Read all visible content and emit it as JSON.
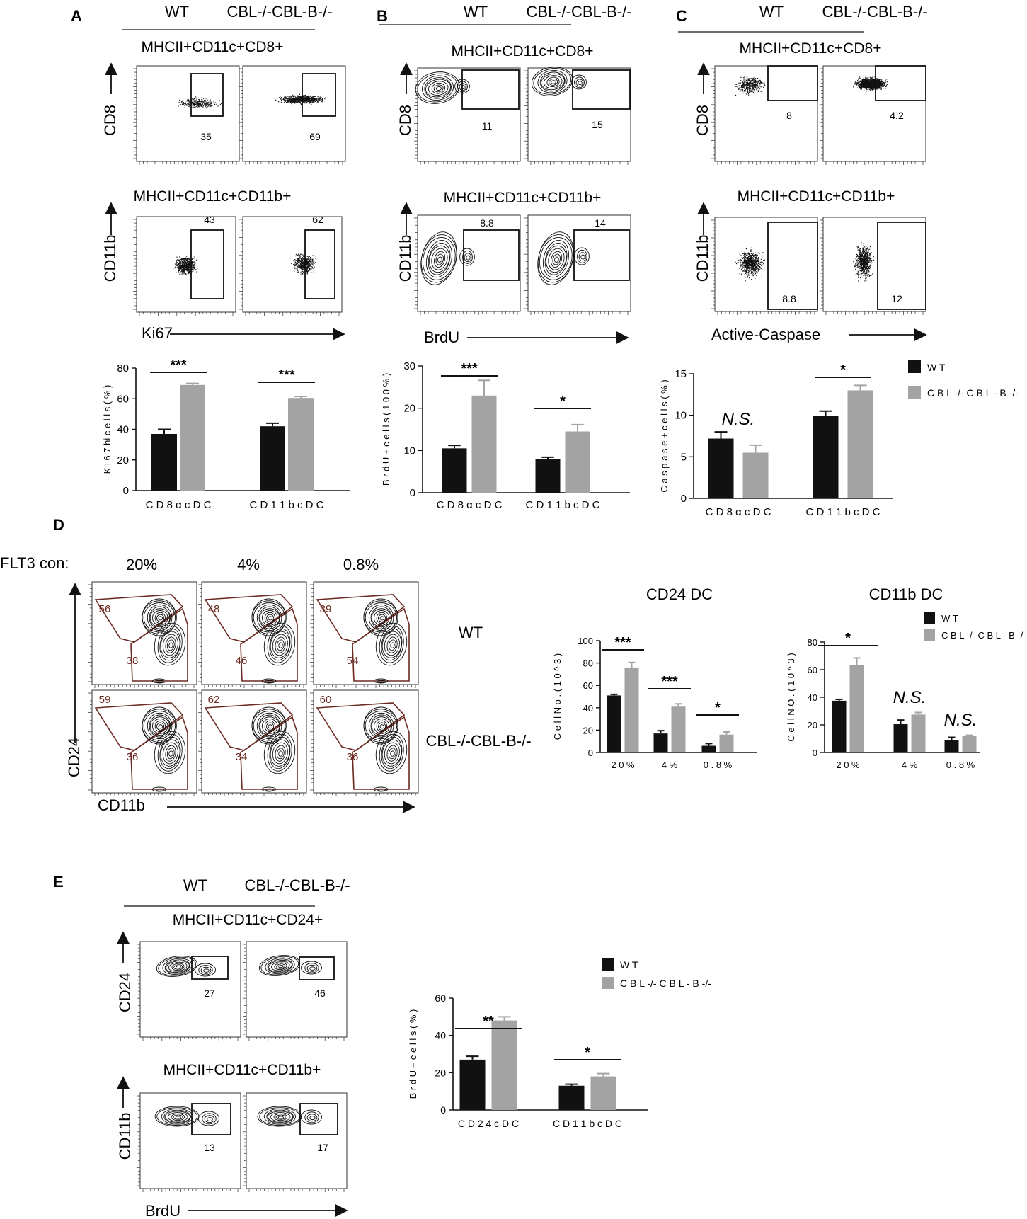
{
  "figure": {
    "groups": {
      "wt": "WT",
      "ko": "CBL-/-CBL-B-/-"
    },
    "series_colors": {
      "wt": "#111111",
      "ko": "#a3a3a3"
    }
  },
  "panel_a": {
    "letter": "A",
    "header_wt": "WT",
    "header_ko": "CBL-/-CBL-B-/-",
    "title_top": "MHCII+CD11c+CD8+",
    "title_bottom": "MHCII+CD11c+CD11b+",
    "ylabel_top": "CD8",
    "ylabel_bottom": "CD11b",
    "xlabel": "Ki67",
    "gates_top": [
      "35",
      "69"
    ],
    "gates_bottom": [
      "43",
      "62"
    ]
  },
  "panel_b": {
    "letter": "B",
    "header_wt": "WT",
    "header_ko": "CBL-/-CBL-B-/-",
    "title_top": "MHCII+CD11c+CD8+",
    "title_bottom": "MHCII+CD11c+CD11b+",
    "ylabel_top": "CD8",
    "ylabel_bottom": "CD11b",
    "xlabel": "BrdU",
    "gates_top": [
      "11",
      "15"
    ],
    "gates_bottom": [
      "8.8",
      "14"
    ]
  },
  "panel_c": {
    "letter": "C",
    "header_wt": "WT",
    "header_ko": "CBL-/-CBL-B-/-",
    "title_top": "MHCII+CD11c+CD8+",
    "title_bottom": "MHCII+CD11c+CD11b+",
    "ylabel_top": "CD8",
    "ylabel_bottom": "CD11b",
    "xlabel": "Active-Caspase",
    "gates_top": [
      "8",
      "4.2"
    ],
    "gates_bottom": [
      "8.8",
      "12"
    ],
    "legend_wt": "W T",
    "legend_ko": "C B L -/- C B L - B -/-"
  },
  "panel_d": {
    "letter": "D",
    "flt3_label": "FLT3 con:",
    "concentrations": [
      "20%",
      "4%",
      "0.8%"
    ],
    "row_wt": "WT",
    "row_ko": "CBL-/-CBL-B-/-",
    "ylabel": "CD24",
    "xlabel": "CD11b",
    "wt_upper": [
      "56",
      "48",
      "39"
    ],
    "wt_lower": [
      "38",
      "46",
      "54"
    ],
    "ko_upper": [
      "59",
      "62",
      "60"
    ],
    "ko_lower": [
      "36",
      "34",
      "36"
    ],
    "chart_title_cd24": "CD24 DC",
    "chart_title_cd11b": "CD11b DC",
    "legend_wt": "W T",
    "legend_ko": "C B L -/- C B L - B -/-"
  },
  "panel_e": {
    "letter": "E",
    "header_wt": "WT",
    "header_ko": "CBL-/-CBL-B-/-",
    "title_top": "MHCII+CD11c+CD24+",
    "title_bottom": "MHCII+CD11c+CD11b+",
    "ylabel_top": "CD24",
    "ylabel_bottom": "CD11b",
    "xlabel": "BrdU",
    "gates_top": [
      "27",
      "46"
    ],
    "gates_bottom": [
      "13",
      "17"
    ],
    "legend_wt": "W T",
    "legend_ko": "C B L -/- C B L - B -/-"
  },
  "chart_data": [
    {
      "id": "A",
      "type": "bar",
      "ylabel": "K i 6 7 hi  c e l l s ( % )",
      "categories": [
        "C D 8 α   c D C",
        "C D 1 1 b   c D C"
      ],
      "ylim": [
        0,
        80
      ],
      "yticks": [
        0,
        20,
        40,
        60,
        80
      ],
      "series": [
        {
          "name": "W T",
          "values": [
            37,
            42
          ],
          "errors": [
            3,
            2
          ]
        },
        {
          "name": "C B L -/- C B L - B -/-",
          "values": [
            69,
            60.5
          ],
          "errors": [
            1,
            1
          ]
        }
      ],
      "significance": [
        "***",
        "***"
      ]
    },
    {
      "id": "B",
      "type": "bar",
      "ylabel": "B r d U +  c e l l s ( 1 0 0 % )",
      "categories": [
        "C D 8 α   c D C",
        "C D 1 1 b   c D C"
      ],
      "ylim": [
        0,
        30
      ],
      "yticks": [
        0,
        10,
        20,
        30
      ],
      "series": [
        {
          "name": "W T",
          "values": [
            10.5,
            7.9
          ],
          "errors": [
            0.7,
            0.5
          ]
        },
        {
          "name": "C B L -/- C B L - B -/-",
          "values": [
            23,
            14.5
          ],
          "errors": [
            3.6,
            1.6
          ]
        }
      ],
      "significance": [
        "***",
        "*"
      ]
    },
    {
      "id": "C",
      "type": "bar",
      "ylabel": "C a s p a s e +  c e l l s ( % )",
      "categories": [
        "C D 8 α   c D C",
        "C D 1 1 b   c D C"
      ],
      "ylim": [
        0,
        15
      ],
      "yticks": [
        0,
        5,
        10,
        15
      ],
      "series": [
        {
          "name": "W T",
          "values": [
            7.2,
            9.9
          ],
          "errors": [
            0.8,
            0.6
          ]
        },
        {
          "name": "C B L -/- C B L - B -/-",
          "values": [
            5.5,
            13
          ],
          "errors": [
            0.9,
            0.6
          ]
        }
      ],
      "significance": [
        "N.S.",
        "*"
      ]
    },
    {
      "id": "D-CD24",
      "type": "bar",
      "title": "CD24 DC",
      "ylabel": "C e l l  N o . ( 1 0 ^ 3 )",
      "categories": [
        "2 0 %",
        "4 %",
        "0 . 8 %"
      ],
      "ylim": [
        0,
        100
      ],
      "yticks": [
        0,
        20,
        40,
        60,
        80,
        100
      ],
      "series": [
        {
          "name": "W T",
          "values": [
            51,
            17,
            6
          ],
          "errors": [
            1,
            2.5,
            2
          ]
        },
        {
          "name": "C B L -/- C B L - B -/-",
          "values": [
            76,
            41,
            16
          ],
          "errors": [
            4.5,
            2.5,
            2.5
          ]
        }
      ],
      "significance": [
        "***",
        "***",
        "*"
      ]
    },
    {
      "id": "D-CD11b",
      "type": "bar",
      "title": "CD11b DC",
      "ylabel": "C e l l  N O . ( 1 0 ^ 3 )",
      "categories": [
        "2 0 %",
        "4 %",
        "0 . 8 %"
      ],
      "ylim": [
        0,
        80
      ],
      "yticks": [
        0,
        20,
        40,
        60,
        80
      ],
      "series": [
        {
          "name": "W T",
          "values": [
            37.5,
            20.5,
            9
          ],
          "errors": [
            1,
            3,
            2
          ]
        },
        {
          "name": "C B L -/- C B L - B -/-",
          "values": [
            63.5,
            27.5,
            12
          ],
          "errors": [
            5,
            1.5,
            0.5
          ]
        }
      ],
      "significance": [
        "*",
        "N.S.",
        "N.S."
      ]
    },
    {
      "id": "E",
      "type": "bar",
      "ylabel": "B r d U +  c e l l s ( % )",
      "categories": [
        "C D 2 4   c D C",
        "C D 1 1 b   c D C"
      ],
      "ylim": [
        0,
        60
      ],
      "yticks": [
        0,
        20,
        40,
        60
      ],
      "series": [
        {
          "name": "W T",
          "values": [
            27,
            13
          ],
          "errors": [
            1.8,
            0.8
          ]
        },
        {
          "name": "C B L -/- C B L - B -/-",
          "values": [
            48,
            18
          ],
          "errors": [
            2,
            1.5
          ]
        }
      ],
      "significance": [
        "**",
        "*"
      ]
    }
  ]
}
